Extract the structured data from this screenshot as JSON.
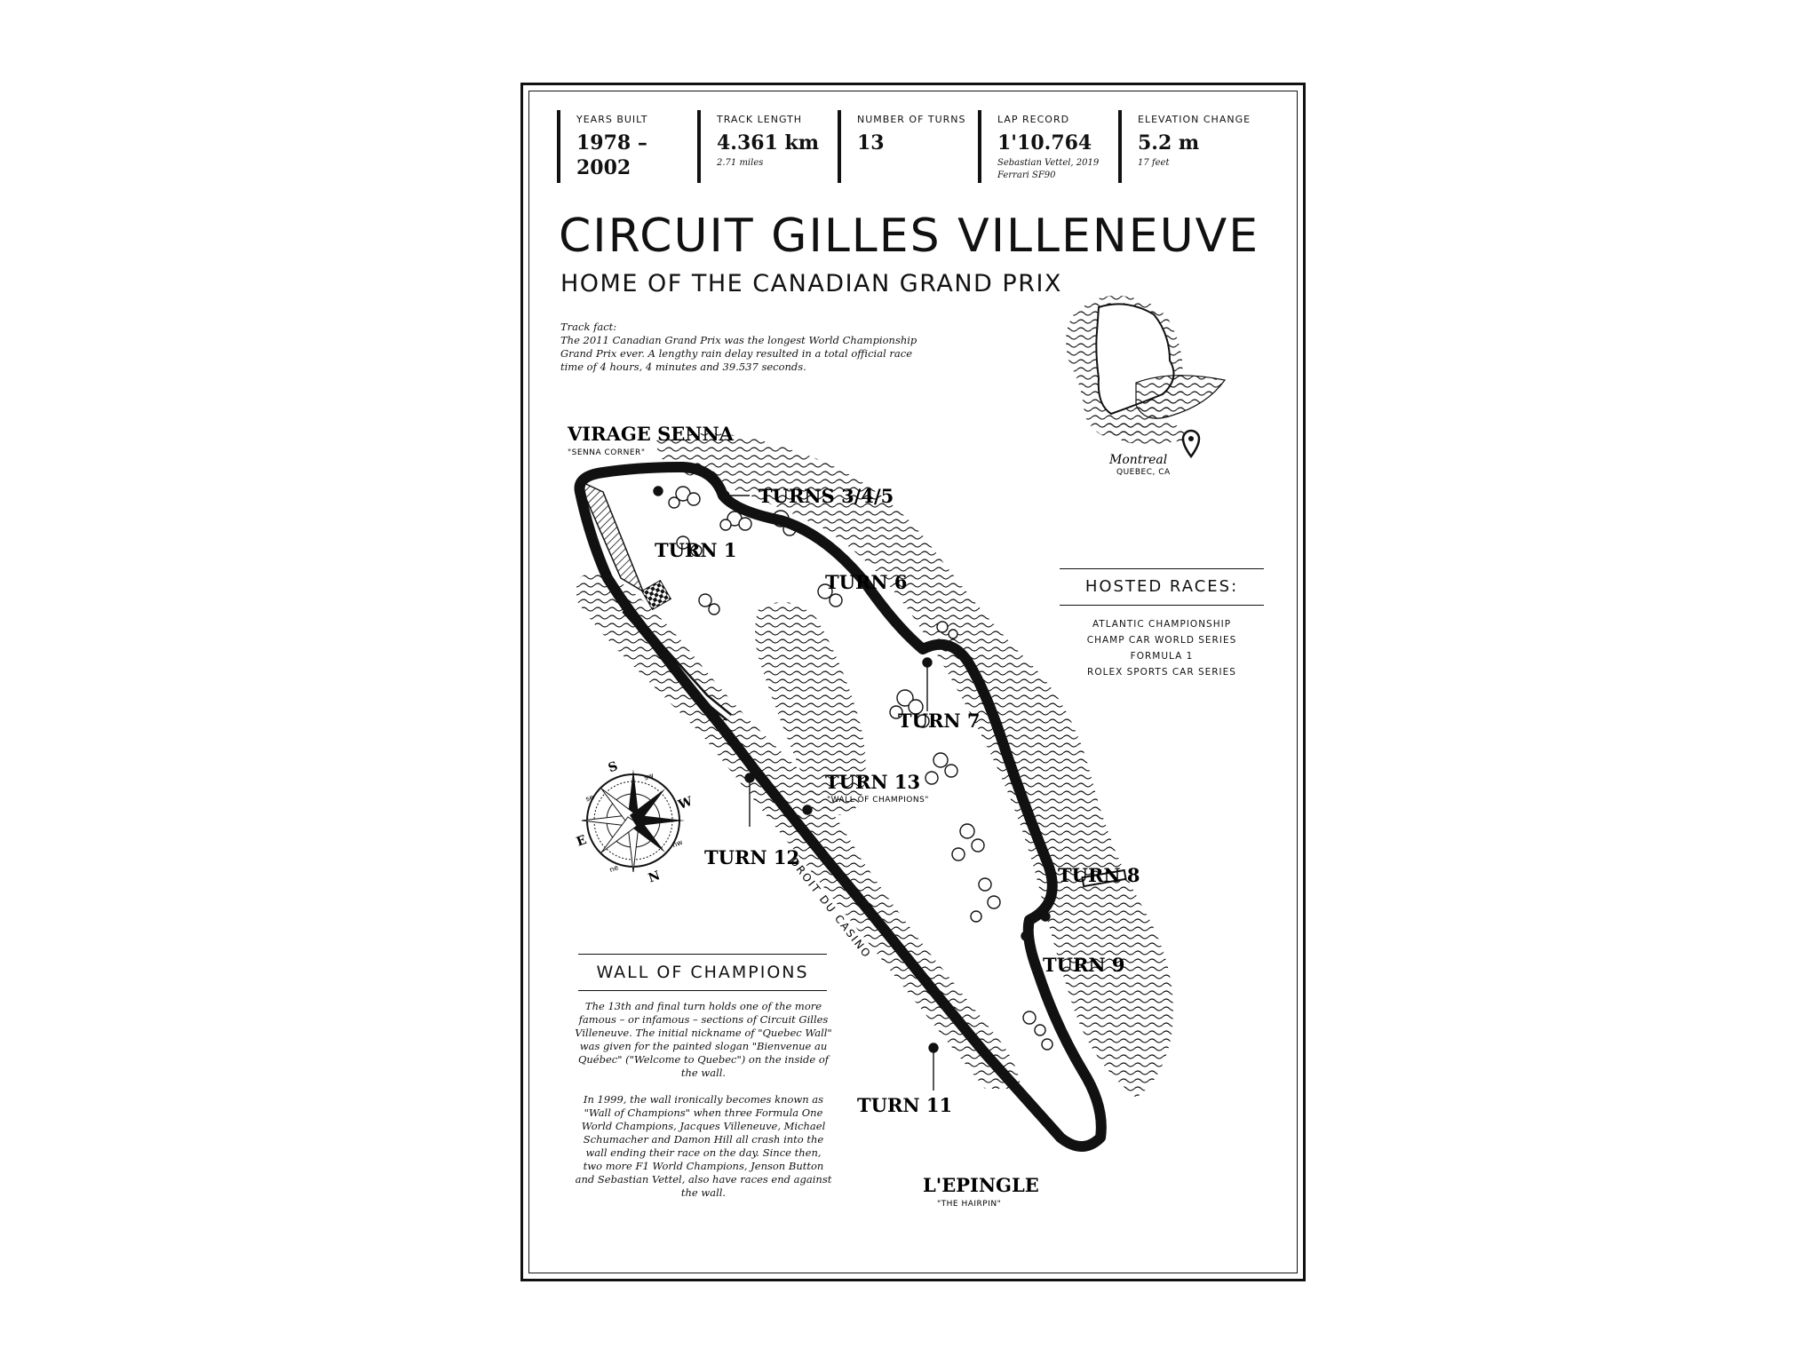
{
  "stats": [
    {
      "label": "YEARS BUILT",
      "value": "1978 –",
      "value2": "2002",
      "sub": "",
      "sub2": ""
    },
    {
      "label": "TRACK LENGTH",
      "value": "4.361 km",
      "value2": "",
      "sub": "2.71 miles",
      "sub2": ""
    },
    {
      "label": "NUMBER OF TURNS",
      "value": "13",
      "value2": "",
      "sub": "",
      "sub2": ""
    },
    {
      "label": "LAP RECORD",
      "value": "1'10.764",
      "value2": "",
      "sub": "Sebastian Vettel, 2019",
      "sub2": "Ferrari SF90"
    },
    {
      "label": "ELEVATION CHANGE",
      "value": "5.2 m",
      "value2": "",
      "sub": "17 feet",
      "sub2": ""
    }
  ],
  "title": "CIRCUIT GILLES VILLENEUVE",
  "subtitle": "HOME OF THE CANADIAN GRAND PRIX",
  "fact": {
    "label": "Track fact:",
    "line1": "The 2011 Canadian Grand Prix was the longest World Championship",
    "line2": "Grand Prix ever. A lengthy rain delay resulted in a total official race",
    "line3": "time of 4 hours, 4 minutes and 39.537 seconds."
  },
  "location": {
    "city": "Montreal",
    "region": "QUEBEC, CA"
  },
  "hosted": {
    "title": "HOSTED RACES:",
    "items": [
      "ATLANTIC CHAMPIONSHIP",
      "CHAMP CAR WORLD SERIES",
      "FORMULA 1",
      "ROLEX SPORTS CAR SERIES"
    ]
  },
  "corners": {
    "senna": "VIRAGE SENNA",
    "senna_sub": "\"SENNA CORNER\"",
    "t1": "TURN 1",
    "t345": "TURNS 3/4/5",
    "t6": "TURN 6",
    "t7": "TURN 7",
    "t13": "TURN 13",
    "t13_sub": "\"WALL OF CHAMPIONS\"",
    "t12": "TURN 12",
    "t8": "TURN 8",
    "t9": "TURN 9",
    "t11": "TURN 11",
    "hairpin": "L'EPINGLE",
    "hairpin_sub": "\"THE HAIRPIN\"",
    "straight": "DROIT DU CASINO"
  },
  "compass": {
    "s": "S",
    "w": "W",
    "e": "E",
    "n": "N",
    "sw": "sw",
    "nw": "nw",
    "se": "se",
    "ne": "ne"
  },
  "woc": {
    "title": "WALL OF CHAMPIONS",
    "p1": "The 13th and final turn holds one of the more famous – or infamous – sections of Circuit Gilles Villeneuve. The initial nickname of \"Quebec Wall\" was given for the painted slogan \"Bienvenue au Québec\" (\"Welcome to Quebec\") on the inside of the wall.",
    "p2": "In 1999, the wall ironically becomes known as \"Wall of Champions\" when three Formula One World Champions, Jacques Villeneuve, Michael  Schumacher and Damon Hill all crash into the wall ending their race on the day. Since then, two more F1 World Champions, Jenson Button and Sebastian Vettel, also have races end against the wall."
  }
}
